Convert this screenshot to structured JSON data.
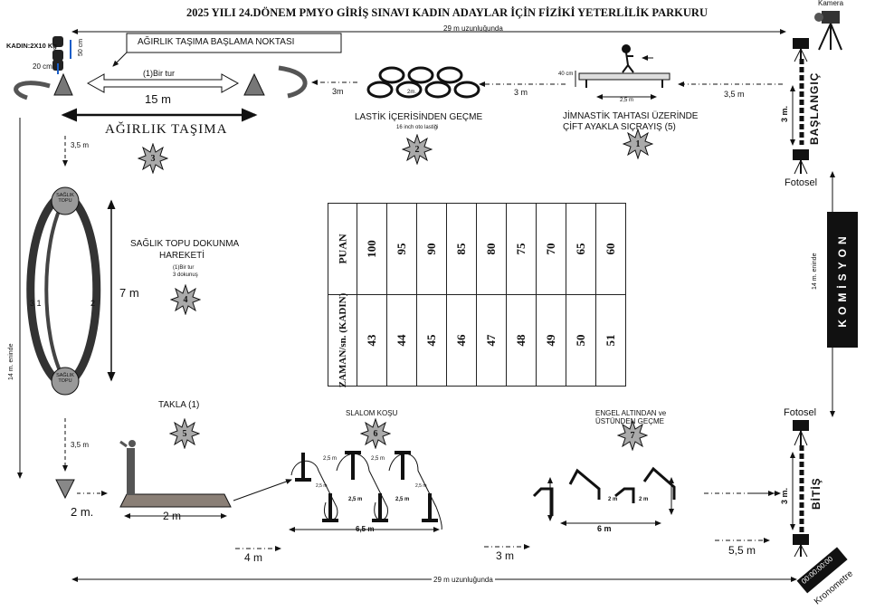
{
  "title": "2025 YILI 24.DÖNEM PMYO GİRİŞ SINAVI KADIN ADAYLAR İÇİN FİZİKİ YETERLİLİK PARKURU",
  "camera_label": "Kamera",
  "top_width": "29 m uzunluğunda",
  "bottom_width": "29 m uzunluğunda",
  "weight": {
    "kadin": "KADIN:2X10 Kg",
    "cm50": "50 cm",
    "cm20": "20 cm",
    "start_box": "AĞIRLIK TAŞIMA BAŞLAMA NOKTASI",
    "tur": "(1)Bir tur",
    "m15": "15 m",
    "name": "AĞIRLIK TAŞIMA",
    "step": "3"
  },
  "tires": {
    "m3_left": "3m",
    "m2": "2m.",
    "name": "LASTİK İÇERİSİNDEN GEÇME",
    "sub": "16 inch oto lastiği",
    "m3_right": "3 m",
    "step": "2"
  },
  "beam": {
    "cm40": "40 cm",
    "m25": "2,5 m",
    "m35": "3,5 m",
    "name1": "JİMNASTİK TAHTASI ÜZERİNDE",
    "name2": "ÇİFT AYAKLA SIÇRAYIŞ (5)",
    "step": "1"
  },
  "start": {
    "m3": "3 m.",
    "label": "BAŞLANGIÇ",
    "fotosel": "Fotosel"
  },
  "komisyon": "KOMİSYON",
  "side_right": "14 m. eninde",
  "side_left": "14 m. eninde",
  "ball": {
    "m35": "3,5 m",
    "top_ball": "SAĞLIK TOPU",
    "bottom_ball": "SAĞLIK TOPU",
    "n31": "3 1",
    "n2": "2",
    "m7": "7 m",
    "name1": "SAĞLIK TOPU DOKUNMA",
    "name2": "HAREKETİ",
    "sub1": "(1)Bir tur",
    "sub2": "3 dokunuş",
    "step": "4"
  },
  "table": {
    "puan_header": "PUAN",
    "zaman_header": "ZAMAN/sn. (KADIN)",
    "puan": [
      "100",
      "95",
      "90",
      "85",
      "80",
      "75",
      "70",
      "65",
      "60"
    ],
    "zaman": [
      "43",
      "44",
      "45",
      "46",
      "47",
      "48",
      "49",
      "50",
      "51"
    ]
  },
  "takla": {
    "m35": "3,5 m",
    "name": "TAKLA (1)",
    "step": "5",
    "m2_mat": "2 m",
    "m2_cone": "2 m."
  },
  "slalom": {
    "name": "SLALOM KOŞU",
    "step": "6",
    "s25": "2,5 m",
    "s25b": "2,5 m",
    "s2": "2,5 m",
    "s2b": "2,5 m",
    "d25a": "2,5 m",
    "d25b": "2,5 m",
    "total": "6,5 m"
  },
  "hurdle": {
    "name1": "ENGEL ALTINDAN ve",
    "name2": "ÜSTÜNDEN GEÇME",
    "step": "7",
    "total": "6 m",
    "m2a": "2 m",
    "m2b": "2 m"
  },
  "finish": {
    "fotosel": "Fotosel",
    "m3": "3 m.",
    "label": "BİTİŞ",
    "kronometre": "Kronometre",
    "display": "00:00:00:00"
  },
  "bottom_dist": {
    "m4": "4 m",
    "m3": "3 m",
    "m55": "5,5 m"
  }
}
